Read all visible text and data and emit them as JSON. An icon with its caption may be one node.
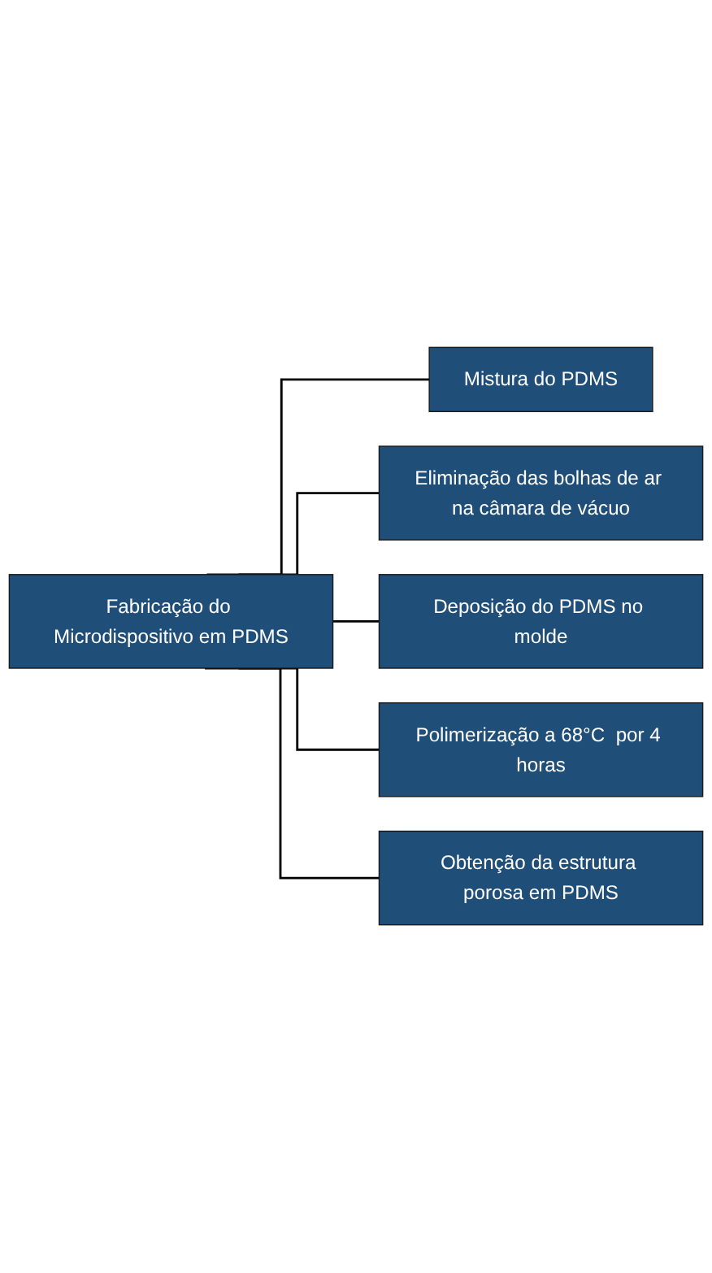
{
  "diagram": {
    "nodes": [
      {
        "text": [
          "Fabricação do Microdispositivo em PDMS"
        ]
      },
      {
        "text": [
          "Mistura do PDMS"
        ]
      },
      {
        "text": [
          "Eliminação das bolhas de ar na câmara de vácuo"
        ]
      },
      {
        "text": [
          "Deposição do PDMS no molde"
        ]
      },
      {
        "text": [
          "Polimerização a 68°C  por 4 horas"
        ]
      },
      {
        "text": [
          "Obtenção da estrutura porosa em PDMS"
        ]
      }
    ],
    "edges": [
      {
        "from": 0,
        "to": 1,
        "arrow": "none"
      },
      {
        "from": 0,
        "to": 2,
        "arrow": "none"
      },
      {
        "from": 0,
        "to": 3,
        "arrow": "none"
      },
      {
        "from": 0,
        "to": 4,
        "arrow": "none"
      },
      {
        "from": 0,
        "to": 5,
        "arrow": "none"
      }
    ]
  }
}
